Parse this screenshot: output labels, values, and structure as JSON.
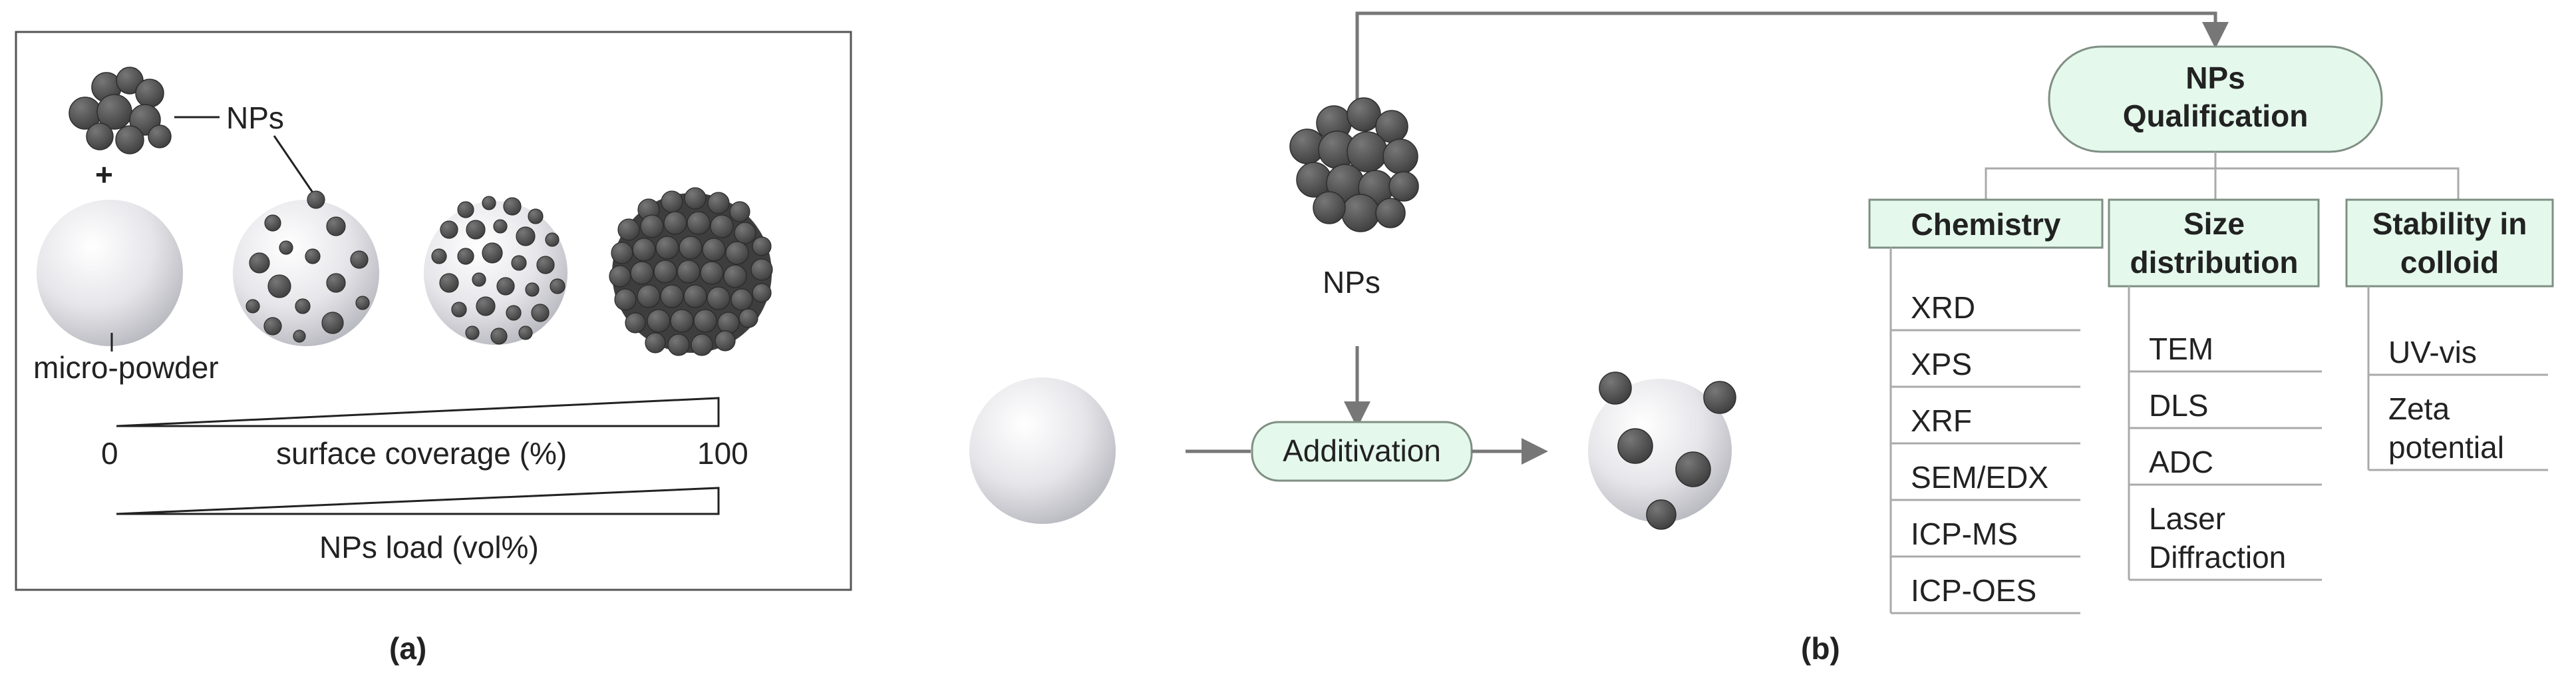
{
  "panel_a": {
    "label": "(a)",
    "nps_label": "NPs",
    "plus": "+",
    "micro_powder_label": "micro-powder",
    "scale_min": "0",
    "scale_max": "100",
    "surface_coverage_label": "surface coverage (%)",
    "nps_load_label": "NPs load (vol%)"
  },
  "panel_b": {
    "label": "(b)",
    "nps_label": "NPs",
    "process_label": "Additivation",
    "qualification_title_line1": "NPs",
    "qualification_title_line2": "Qualification",
    "categories": [
      {
        "title_lines": [
          "Chemistry"
        ],
        "methods": [
          "XRD",
          "XPS",
          "XRF",
          "SEM/EDX",
          "ICP-MS",
          "ICP-OES"
        ]
      },
      {
        "title_lines": [
          "Size",
          "distribution"
        ],
        "methods": [
          "TEM",
          "DLS",
          "ADC",
          "Laser Diffraction"
        ]
      },
      {
        "title_lines": [
          "Stability in",
          "colloid"
        ],
        "methods": [
          "UV-vis",
          "Zeta potential"
        ]
      }
    ]
  },
  "colors": {
    "nanoparticle": "#4a4a4a",
    "box_fill": "#e4f8ec",
    "box_stroke": "#7f8f83",
    "arrow": "#777777"
  }
}
